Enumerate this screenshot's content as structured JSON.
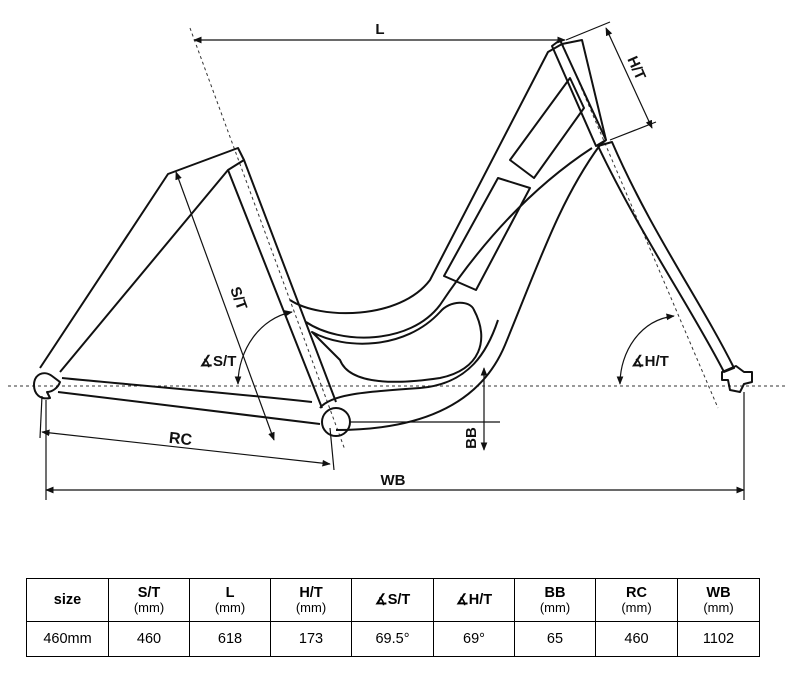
{
  "diagram": {
    "labels": {
      "L": "L",
      "HT": "H/T",
      "ST": "S/T",
      "angle_ST": "∡S/T",
      "angle_HT": "∡H/T",
      "RC": "RC",
      "BB": "BB",
      "WB": "WB"
    }
  },
  "table": {
    "headers": [
      {
        "main": "size",
        "unit": ""
      },
      {
        "main": "S/T",
        "unit": "(mm)"
      },
      {
        "main": "L",
        "unit": "(mm)"
      },
      {
        "main": "H/T",
        "unit": "(mm)"
      },
      {
        "main": "∡S/T",
        "unit": ""
      },
      {
        "main": "∡H/T",
        "unit": ""
      },
      {
        "main": "BB",
        "unit": "(mm)"
      },
      {
        "main": "RC",
        "unit": "(mm)"
      },
      {
        "main": "WB",
        "unit": "(mm)"
      }
    ],
    "rows": [
      [
        "460mm",
        "460",
        "618",
        "173",
        "69.5°",
        "69°",
        "65",
        "460",
        "1102"
      ]
    ]
  }
}
